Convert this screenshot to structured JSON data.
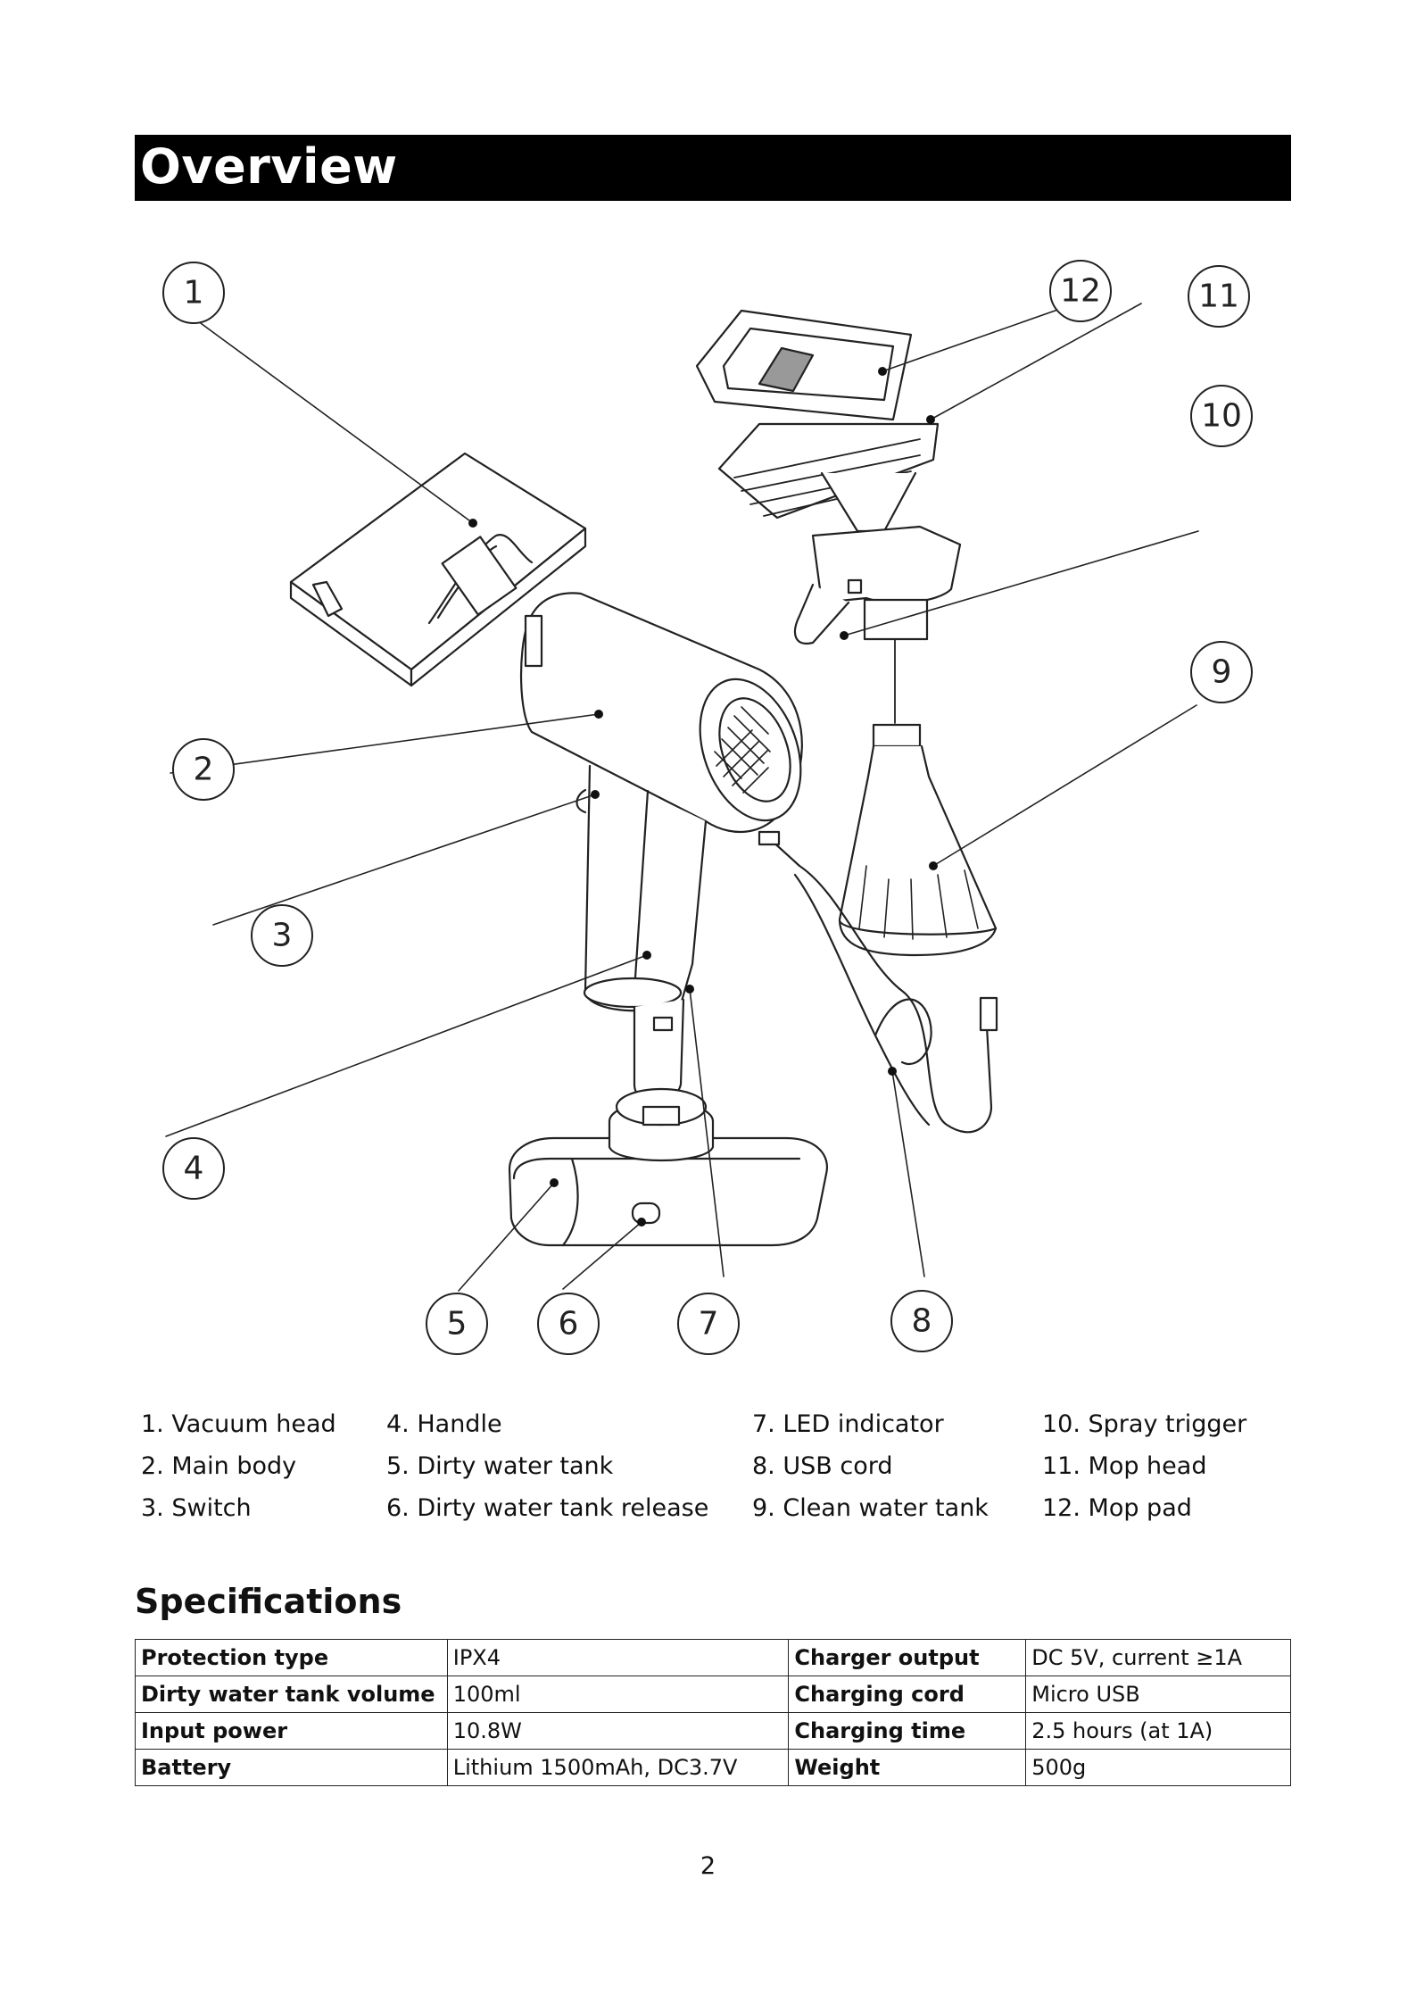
{
  "header": {
    "title": "Overview"
  },
  "diagram": {
    "callouts": [
      "1",
      "2",
      "3",
      "4",
      "5",
      "6",
      "7",
      "8",
      "9",
      "10",
      "11",
      "12"
    ]
  },
  "legend": {
    "col1": [
      "1. Vacuum head",
      "2. Main body",
      "3. Switch"
    ],
    "col2": [
      "4. Handle",
      "5. Dirty water tank",
      "6. Dirty water tank release"
    ],
    "col3": [
      "7. LED indicator",
      "8. USB cord",
      "9. Clean water tank"
    ],
    "col4": [
      "10. Spray trigger",
      "11. Mop head",
      "12. Mop pad"
    ]
  },
  "specifications": {
    "title": "Specifications",
    "rows": [
      {
        "k1": "Protection type",
        "v1": "IPX4",
        "k2": "Charger output",
        "v2": "DC 5V, current ≥1A"
      },
      {
        "k1": "Dirty water tank volume",
        "v1": "100ml",
        "k2": "Charging cord",
        "v2": "Micro USB"
      },
      {
        "k1": "Input power",
        "v1": "10.8W",
        "k2": "Charging time",
        "v2": "2.5 hours (at 1A)"
      },
      {
        "k1": "Battery",
        "v1": "Lithium 1500mAh, DC3.7V",
        "k2": "Weight",
        "v2": "500g"
      }
    ]
  },
  "footer": {
    "page_number": "2"
  }
}
